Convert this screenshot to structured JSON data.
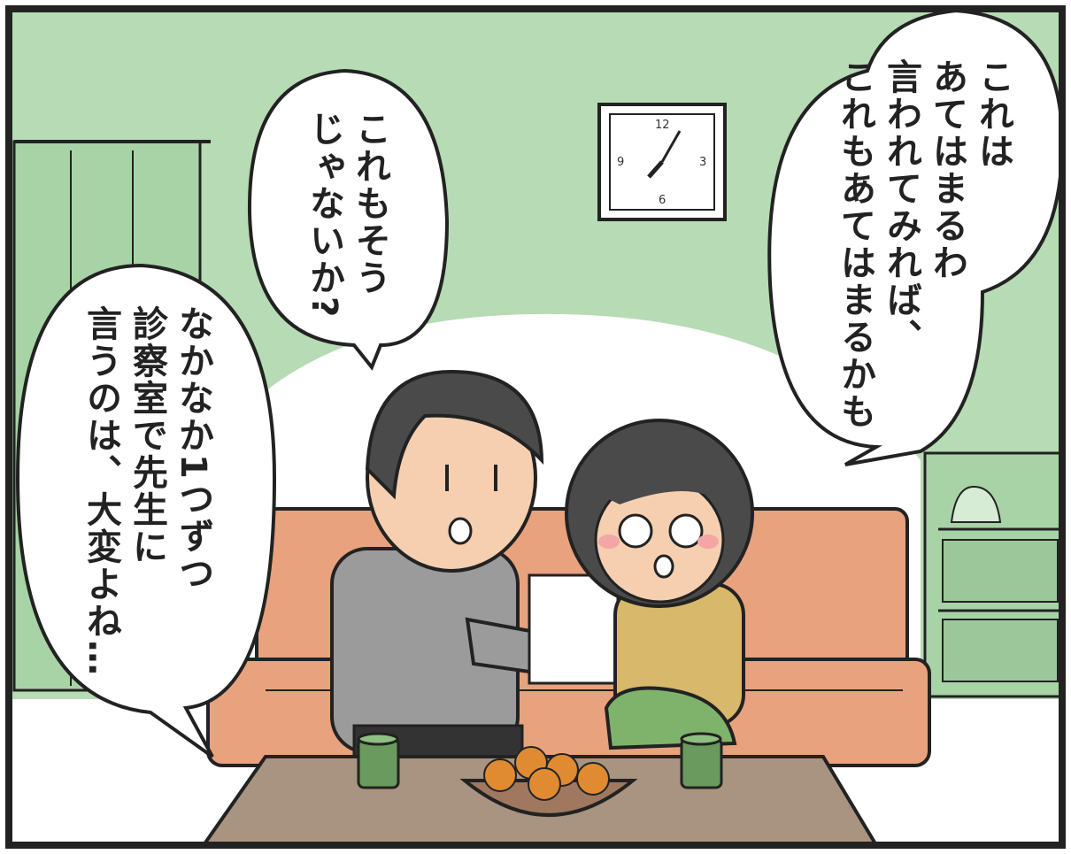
{
  "panel": {
    "bubbles": {
      "right": "これは\nあてはまるわ\n言われてみれば、\nこれもあてはまるかも",
      "middle": "これもそう\nじゃないか?",
      "left": "なかなか1つずつ\n診察室で先生に\n言うのは、大変よね…"
    },
    "clock": {
      "numbers": [
        "12",
        "3",
        "6",
        "9"
      ]
    }
  },
  "colors": {
    "wall": "#b7dbb4",
    "sofa": "#e8a27e",
    "table": "#a89480",
    "outline": "#222222",
    "mans_sweater": "#9b9b9b",
    "womans_sweater": "#d8b86a",
    "womans_pants": "#7fb36b"
  }
}
